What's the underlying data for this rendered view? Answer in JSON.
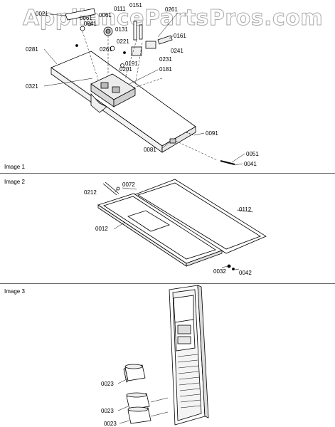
{
  "watermark": "AppliancePartsPros.com",
  "sections": [
    {
      "label": "Image 1"
    },
    {
      "label": "Image 2"
    },
    {
      "label": "Image 3"
    }
  ],
  "parts_image1": [
    "0021",
    "0061",
    "0061",
    "0041",
    "0111",
    "0151",
    "0261",
    "0131",
    "0161",
    "0221",
    "0241",
    "0281",
    "0261",
    "0191",
    "0201",
    "0231",
    "0181",
    "0321",
    "0091",
    "0081",
    "0051",
    "0041"
  ],
  "parts_image2": [
    "0212",
    "0072",
    "0112",
    "0012",
    "0032",
    "0042"
  ],
  "parts_image3": [
    "0023",
    "0023",
    "0023"
  ]
}
